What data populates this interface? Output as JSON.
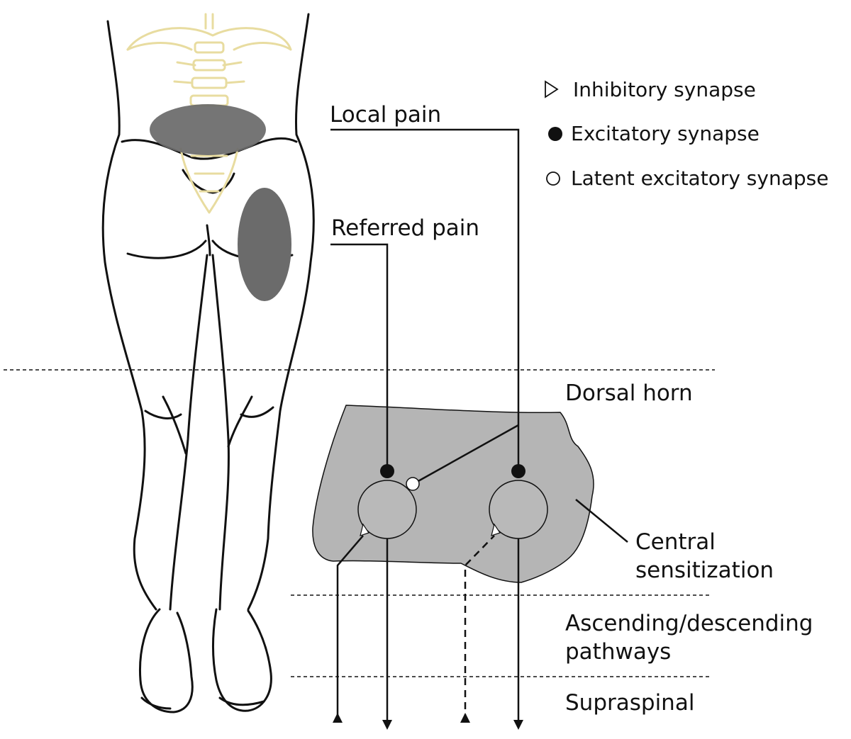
{
  "legend": {
    "inhibitory": "Inhibitory synapse",
    "excitatory": "Excitatory synapse",
    "latent": "Latent excitatory synapse"
  },
  "labels": {
    "local_pain": "Local pain",
    "referred_pain": "Referred pain",
    "dorsal_horn": "Dorsal horn",
    "central_line1": "Central",
    "central_line2": "sensitization",
    "ascending_line1": "Ascending/descending",
    "ascending_line2": "pathways",
    "supraspinal": "Supraspinal"
  },
  "colors": {
    "pain_area": "#6b6b6b",
    "dorsal_horn_fill": "#b5b5b5",
    "neuron_fill": "#b9b9b9",
    "spine_outline": "#e8dca0",
    "ink": "#111111"
  }
}
